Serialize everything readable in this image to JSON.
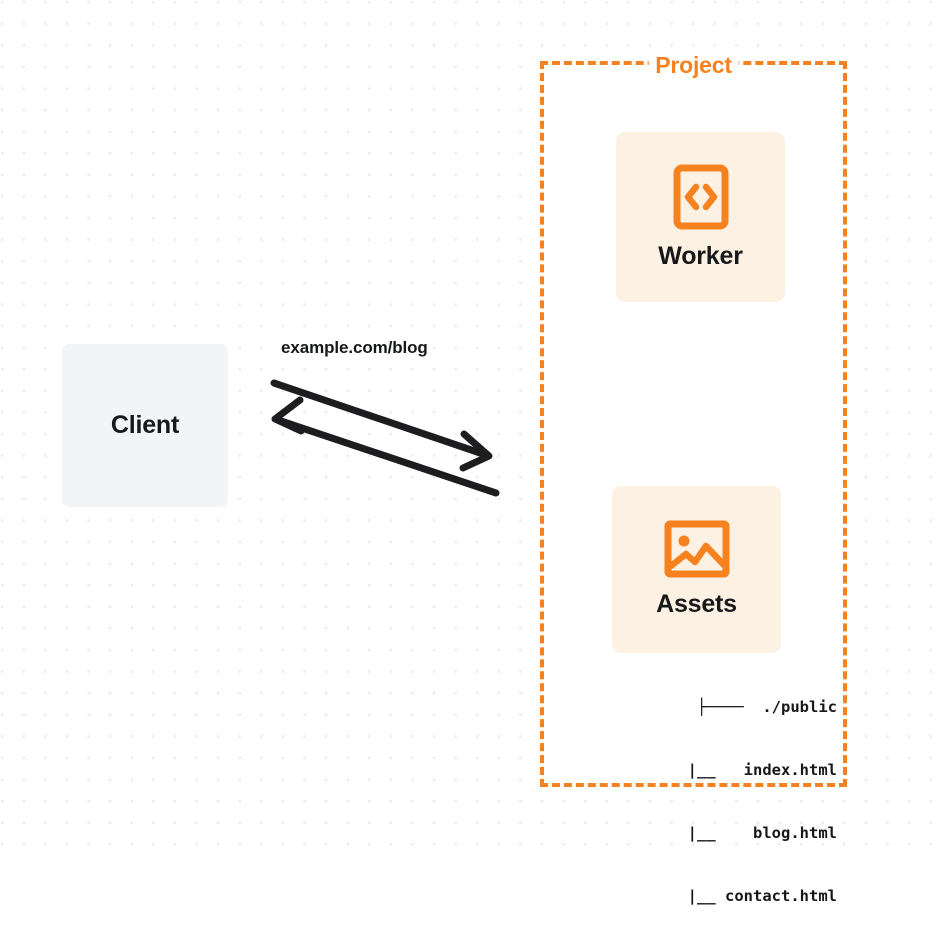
{
  "diagram": {
    "type": "architecture-flow",
    "background": {
      "style": "dot-grid",
      "dot_color": "#ebebeb",
      "page_color": "#ffffff"
    },
    "colors": {
      "accent_orange": "#f6821f",
      "card_fill": "#fdf1e4",
      "client_fill": "#f3f4f6",
      "text_dark": "#17181a"
    }
  },
  "client": {
    "label": "Client",
    "icon": "none"
  },
  "connection": {
    "label": "example.com/blog",
    "request_direction": "client-to-project",
    "response_direction": "project-to-client",
    "stroke_color": "#17181a"
  },
  "project": {
    "title": "Project",
    "border_style": "dashed",
    "border_color": "#f6821f",
    "services": [
      {
        "label": "Worker",
        "icon": "code-brackets-icon",
        "icon_color": "#f6821f"
      },
      {
        "label": "Assets",
        "icon": "image-icon",
        "icon_color": "#f6821f"
      }
    ]
  },
  "file_tree": {
    "rows": [
      "├────  ./public",
      "   |__   index.html",
      "   |__    blog.html",
      "   |__ contact.html"
    ],
    "entries": [
      {
        "name": "./public",
        "type": "directory"
      },
      {
        "name": "index.html",
        "type": "file"
      },
      {
        "name": "blog.html",
        "type": "file"
      },
      {
        "name": "contact.html",
        "type": "file"
      }
    ]
  }
}
